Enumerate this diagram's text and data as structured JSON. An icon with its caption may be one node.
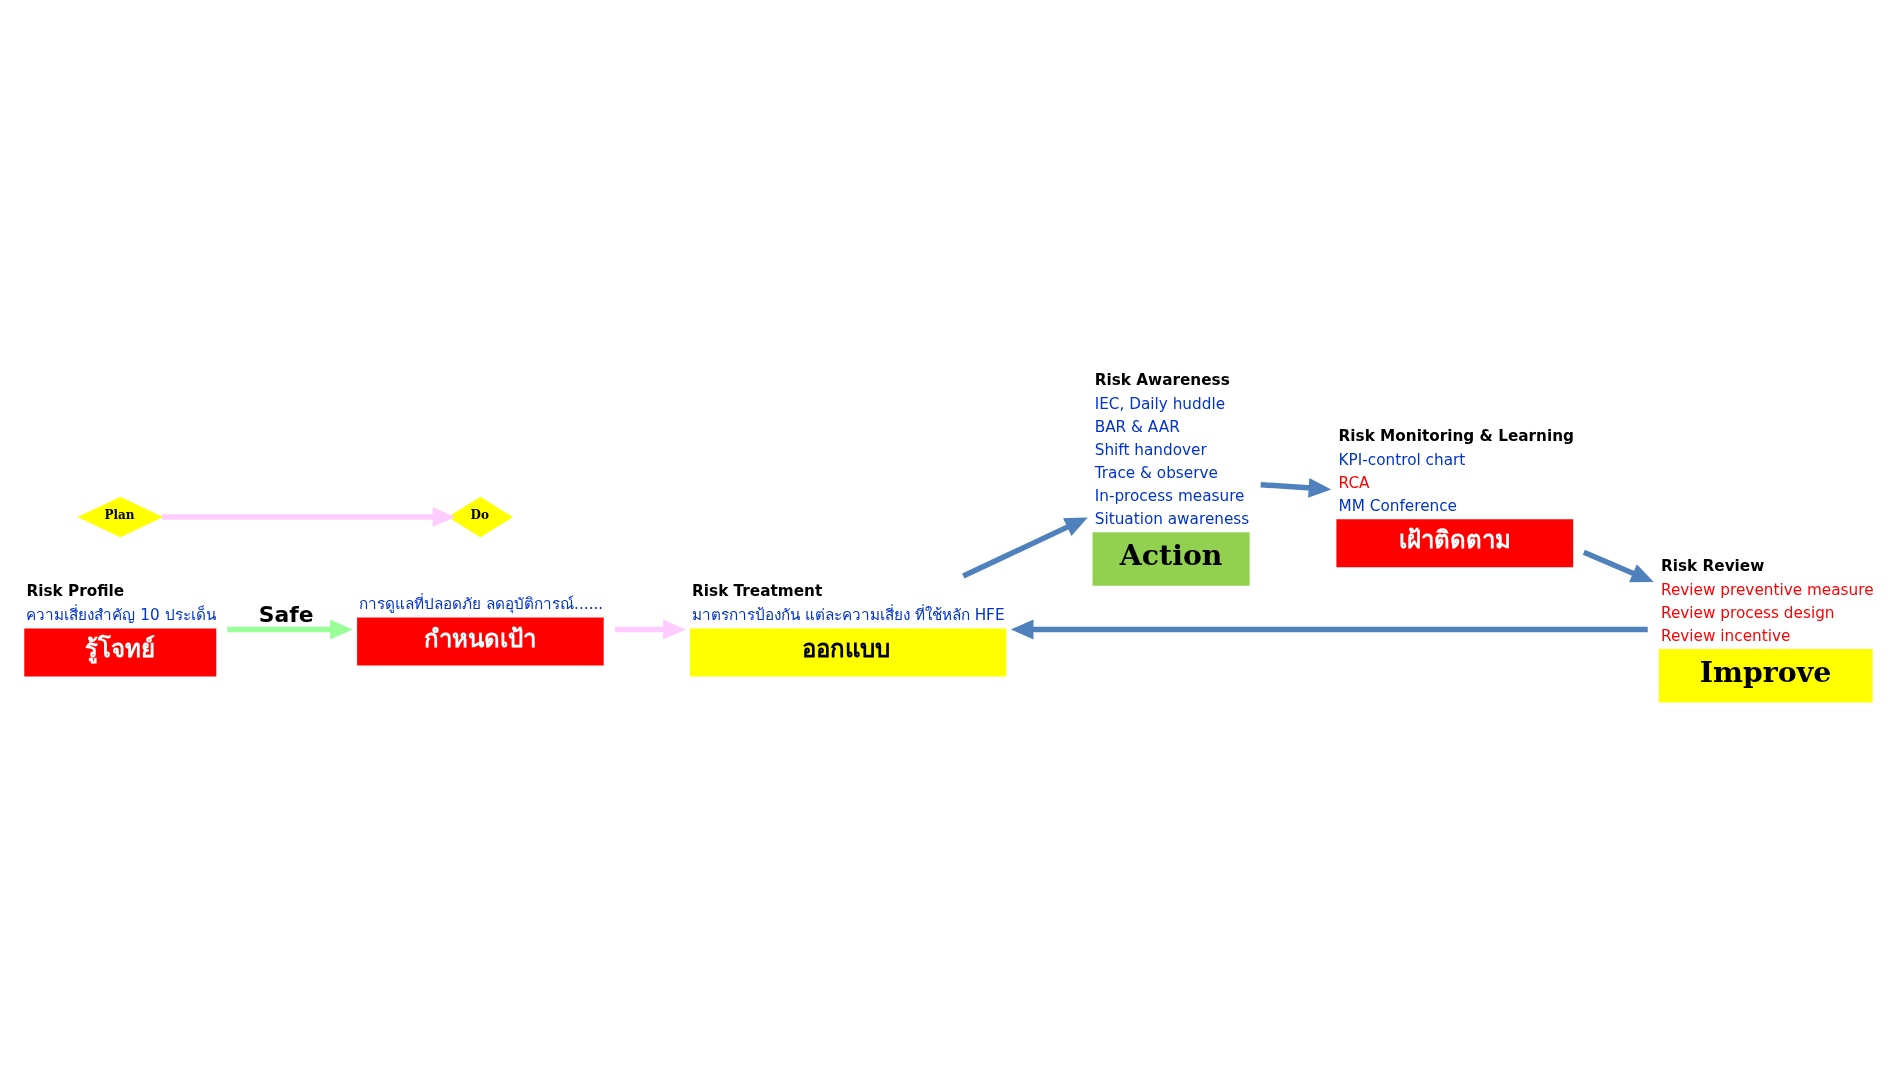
{
  "diagram": {
    "nodes": [
      {
        "text": [
          "รู้โจทย์"
        ],
        "beside": [
          "Risk Profile",
          "ความเสี่ยงสำคัญ 10 ประเด็น"
        ]
      },
      {
        "text": [
          "กำหนดเป้า"
        ],
        "beside": [
          "การดูแลที่ปลอดภัย ลดอุบัติการณ์......"
        ]
      },
      {
        "text": [
          "ออกแบบ"
        ],
        "beside": [
          "Risk Treatment",
          "มาตรการป้องกัน แต่ละความเสี่ยง ที่ใช้หลัก HFE"
        ]
      },
      {
        "text": [
          "Action"
        ],
        "beside": [
          "Risk Awareness",
          "IEC, Daily huddle",
          "BAR & AAR",
          "Shift handover",
          "Trace & observe",
          "In-process measure",
          "Situation awareness"
        ]
      },
      {
        "text": [
          "เฝ้าติดตาม"
        ],
        "beside": [
          "Risk Monitoring & Learning",
          "KPI-control chart",
          "RCA",
          "MM Conference"
        ]
      },
      {
        "text": [
          "Improve"
        ],
        "beside": [
          "Risk Review",
          "Review preventive measure",
          "Review process design",
          "Review incentive"
        ]
      },
      {
        "text": [
          "Plan"
        ]
      },
      {
        "text": [
          "Do"
        ]
      }
    ],
    "edges": [
      {
        "from": 0,
        "to": 1,
        "arrow": "to",
        "label": "Safe",
        "color": "#99ff99"
      },
      {
        "from": 1,
        "to": 2,
        "arrow": "to",
        "color": "#ffccff"
      },
      {
        "from": 2,
        "to": 3,
        "arrow": "to"
      },
      {
        "from": 3,
        "to": 4,
        "arrow": "to"
      },
      {
        "from": 4,
        "to": 5,
        "arrow": "to"
      },
      {
        "from": 5,
        "to": 2,
        "arrow": "to"
      },
      {
        "from": 6,
        "to": 7,
        "arrow": "to",
        "color": "#ffccff"
      }
    ]
  }
}
